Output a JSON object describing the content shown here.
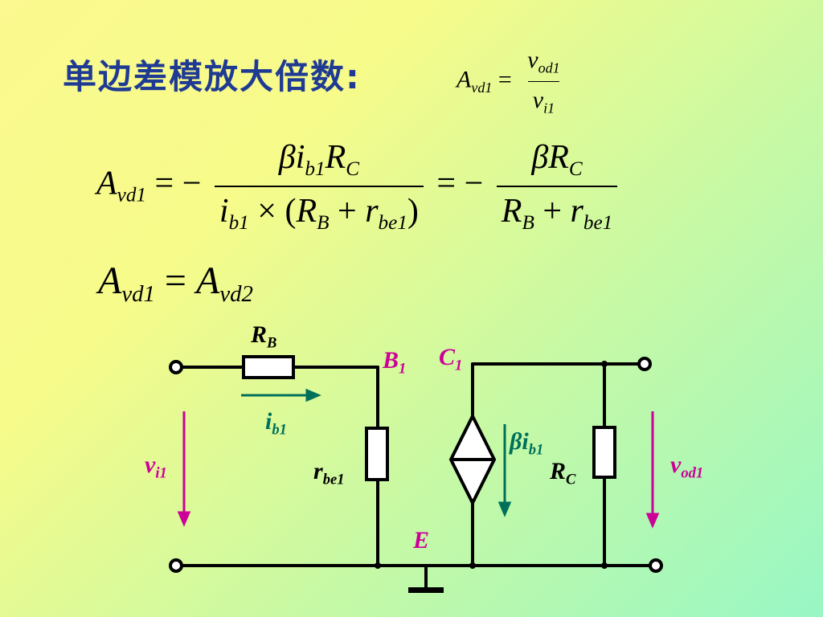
{
  "title": "单边差模放大倍数:",
  "equations": {
    "eq1": {
      "lhs": "A",
      "lhs_sub": "vd1",
      "eq": "=",
      "num_v": "v",
      "num_sub": "od1",
      "den_v": "v",
      "den_sub": "i1"
    },
    "eq2": {
      "lhs": "A",
      "lhs_sub": "vd1",
      "eqneg": "= −",
      "beta": "β",
      "i": "i",
      "b1": "b1",
      "R": "R",
      "C": "C",
      "den_i": "i",
      "den_b1": "b1",
      "times": "× (",
      "RB": "R",
      "B": "B",
      "plus": "+",
      "r": "r",
      "be1": "be1",
      "close": ")",
      "eqneg2": "= −",
      "beta2": "β",
      "R2": "R",
      "C2": "C",
      "RB2": "R",
      "B2": "B",
      "plus2": "+",
      "r2": "r",
      "be1b": "be1"
    },
    "eq3": {
      "a1": "A",
      "s1": "vd1",
      "eq": "=",
      "a2": "A",
      "s2": "vd2"
    }
  },
  "circuit": {
    "RB": {
      "main": "R",
      "sub": "B"
    },
    "B1": {
      "main": "B",
      "sub": "1"
    },
    "C1": {
      "main": "C",
      "sub": "1"
    },
    "ib1": {
      "main": "i",
      "sub": "b1"
    },
    "vi1": {
      "main": "v",
      "sub": "i1"
    },
    "rbe1": {
      "main": "r",
      "sub": "be1"
    },
    "beta_ib1": {
      "beta": "β",
      "main": "i",
      "sub": "b1"
    },
    "RC": {
      "main": "R",
      "sub": "C"
    },
    "vod1": {
      "main": "v",
      "sub": "od1"
    },
    "E": {
      "main": "E"
    }
  },
  "colors": {
    "title": "#1f3a93",
    "magenta": "#cc0099",
    "teal": "#00705a",
    "wire": "#000000"
  }
}
